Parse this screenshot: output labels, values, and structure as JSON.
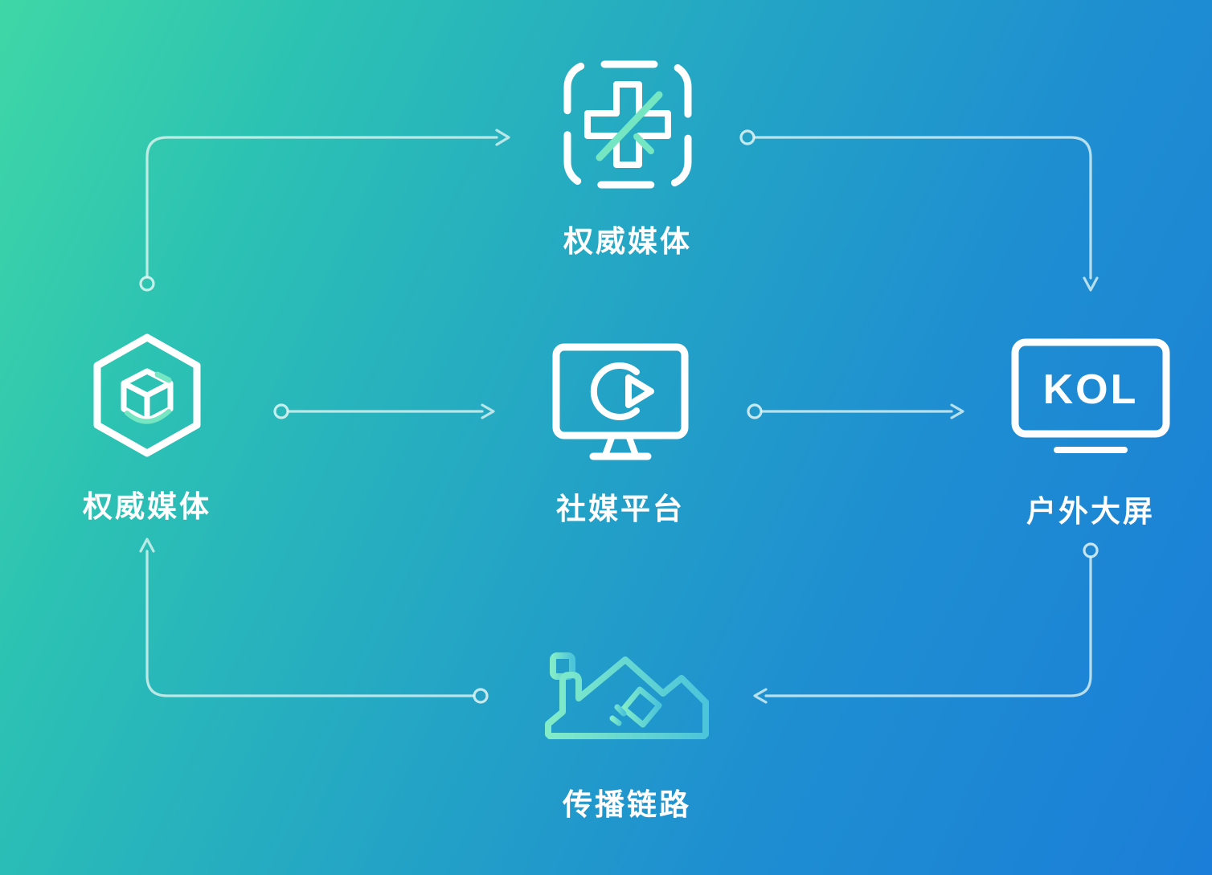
{
  "diagram": {
    "nodes": {
      "top": {
        "label": "权威媒体",
        "icon": "medical-cross-badge-icon"
      },
      "left": {
        "label": "权威媒体",
        "icon": "hexagon-cube-icon"
      },
      "center": {
        "label": "社媒平台",
        "icon": "monitor-play-icon"
      },
      "right": {
        "label": "户外大屏",
        "icon": "kol-screen-icon",
        "screen_text": "KOL"
      },
      "bottom": {
        "label": "传播链路",
        "icon": "house-link-icon"
      }
    },
    "colors": {
      "background_start": "#3fd7a6",
      "background_mid": "#24a7c4",
      "background_end": "#1b7ed8",
      "icon_stroke": "#ffffff",
      "accent": "#74e6c2",
      "house_accent_start": "#82ecc8",
      "house_accent_end": "#4cc4da",
      "connector": "#e3f6f4"
    }
  }
}
